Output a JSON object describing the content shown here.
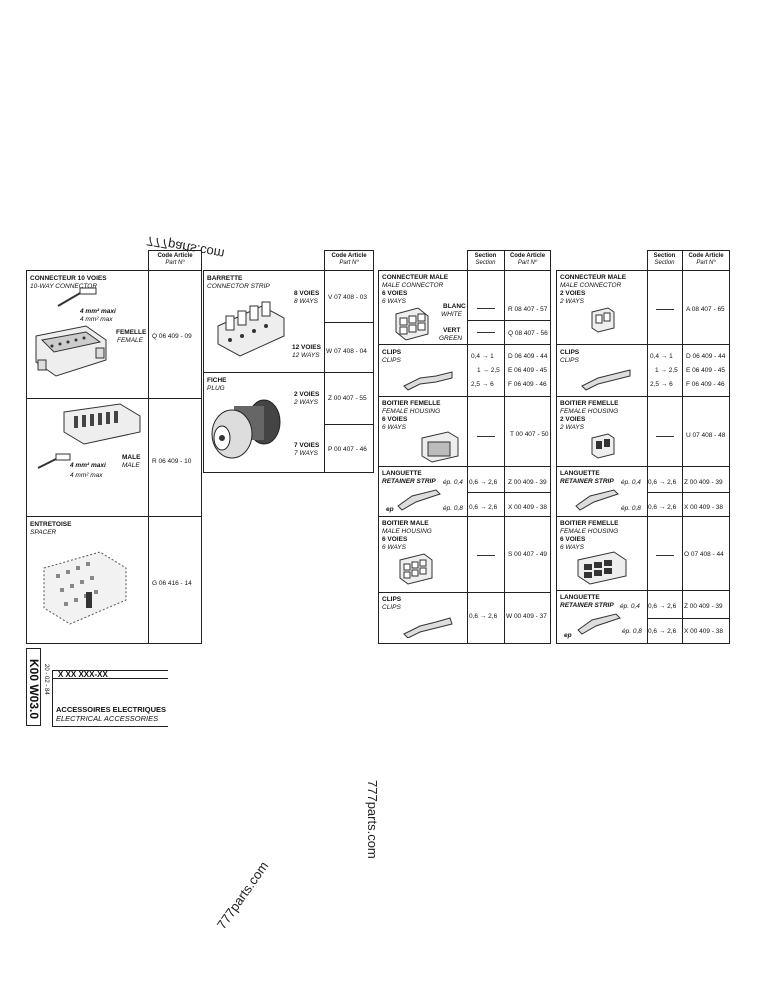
{
  "watermarks": [
    "777parts.com",
    "777parts.com",
    "777parts.com"
  ],
  "headers": {
    "code_fr": "Code Article",
    "code_en": "Part Nº",
    "section_fr": "Section",
    "section_en": "Section"
  },
  "col1": {
    "connector10": {
      "fr": "CONNECTEUR 10 VOIES",
      "en": "10-WAY CONNECTOR",
      "spec1": "4 mm² maxi",
      "spec1b": "4 mm² max",
      "female_fr": "FEMELLE",
      "female_en": "FEMALE",
      "female_code": "Q 06 409 - 09",
      "male_fr": "MALE",
      "male_en": "MALE",
      "male_code": "R 06 409 - 10",
      "spec2": "4 mm² maxi",
      "spec2b": "4 mm² max"
    },
    "spacer": {
      "fr": "ENTRETOISE",
      "en": "SPACER",
      "code": "G 06 416 - 14"
    }
  },
  "col2": {
    "strip": {
      "fr": "BARRETTE",
      "en": "CONNECTOR STRIP",
      "r1_fr": "8 VOIES",
      "r1_en": "8 WAYS",
      "r1_code": "V 07 408 - 03",
      "r2_fr": "12 VOIES",
      "r2_en": "12 WAYS",
      "r2_code": "W 07 408 - 04"
    },
    "plug": {
      "fr": "FICHE",
      "en": "PLUG",
      "r1_fr": "2 VOIES",
      "r1_en": "2 WAYS",
      "r1_code": "Z 00 407 - 55",
      "r2_fr": "7 VOIES",
      "r2_en": "7 WAYS",
      "r2_code": "P 00 407 - 46"
    }
  },
  "col3": {
    "male_conn": {
      "fr": "CONNECTEUR MALE",
      "en": "MALE CONNECTOR",
      "ways_fr": "6 VOIES",
      "ways_en": "6 WAYS",
      "white_fr": "BLANC",
      "white_en": "WHITE",
      "white_code": "R 08 407 - 57",
      "green_fr": "VERT",
      "green_en": "GREEN",
      "green_code": "Q 08 407 - 56"
    },
    "clips": {
      "fr": "CLIPS",
      "en": "CLIPS",
      "rows": [
        {
          "sec": "0,4 → 1",
          "code": "D 06 409 - 44"
        },
        {
          "sec": "1 → 2,5",
          "code": "E 06 409 - 45"
        },
        {
          "sec": "2,5 → 6",
          "code": "F 06 409 - 46"
        }
      ]
    },
    "female_housing": {
      "fr": "BOITIER FEMELLE",
      "en": "FEMALE HOUSING",
      "ways_fr": "6 VOIES",
      "ways_en": "6 WAYS",
      "code": "T 00 407 - 50"
    },
    "retainer": {
      "fr": "LANGUETTE",
      "en": "RETAINER STRIP",
      "ep1": "ép. 0,4",
      "ep2": "ép. 0,8",
      "rows": [
        {
          "sec": "0,6 → 2,6",
          "code": "Z 00 409 - 39"
        },
        {
          "sec": "0,6 → 2,6",
          "code": "X 00 409 - 38"
        }
      ]
    },
    "male_housing": {
      "fr": "BOITIER MALE",
      "en": "MALE HOUSING",
      "ways_fr": "6 VOIES",
      "ways_en": "6 WAYS",
      "code": "S 00 407 - 49"
    },
    "clips2": {
      "fr": "CLIPS",
      "en": "CLIPS",
      "sec": "0,6 → 2,6",
      "code": "W 00 409 - 37"
    }
  },
  "col4": {
    "male_conn": {
      "fr": "CONNECTEUR MALE",
      "en": "MALE CONNECTOR",
      "ways_fr": "2 VOIES",
      "ways_en": "2 WAYS",
      "code": "A 08 407 - 65"
    },
    "clips": {
      "fr": "CLIPS",
      "en": "CLIPS",
      "rows": [
        {
          "sec": "0,4 → 1",
          "code": "D 06 409 - 44"
        },
        {
          "sec": "1 → 2,5",
          "code": "E 06 409 - 45"
        },
        {
          "sec": "2,5 → 6",
          "code": "F 06 409 - 46"
        }
      ]
    },
    "female_housing": {
      "fr": "BOITIER FEMELLE",
      "en": "FEMALE HOUSING",
      "ways_fr": "2 VOIES",
      "ways_en": "2 WAYS",
      "code": "U 07 408 - 48"
    },
    "retainer": {
      "fr": "LANGUETTE",
      "en": "RETAINER STRIP",
      "ep1": "ép. 0,4",
      "ep2": "ép. 0,8",
      "rows": [
        {
          "sec": "0,6 → 2,6",
          "code": "Z 00 409 - 39"
        },
        {
          "sec": "0,6 → 2,6",
          "code": "X 00 409 - 38"
        }
      ]
    },
    "female_housing2": {
      "fr": "BOITIER FEMELLE",
      "en": "FEMALE HOUSING",
      "ways_fr": "6 VOIES",
      "ways_en": "6 WAYS",
      "code": "O 07 408 - 44"
    },
    "retainer2": {
      "fr": "LANGUETTE",
      "en": "RETAINER STRIP",
      "ep1": "ép. 0,4",
      "ep2": "ép. 0,8",
      "rows": [
        {
          "sec": "0,6 → 2,6",
          "code": "Z 00 409 - 39"
        },
        {
          "sec": "0,6 → 2,6",
          "code": "X 00 409 - 38"
        }
      ]
    }
  },
  "footer": {
    "ref": "K00 W03.0",
    "date": "20 - 02 - 84",
    "code": "X XX XXX-XX",
    "fr": "ACCESSOIRES ELECTRIQUES",
    "en": "ELECTRICAL ACCESSORIES"
  },
  "ep_label": "ep"
}
